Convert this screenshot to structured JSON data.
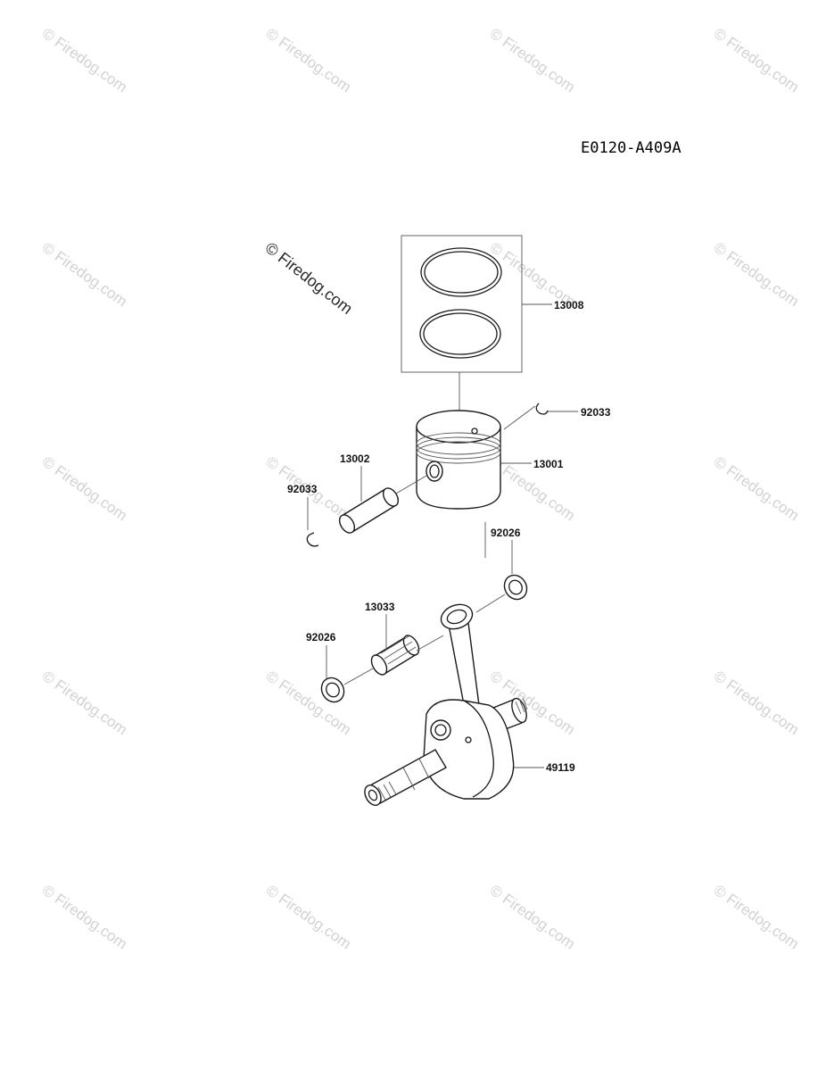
{
  "diagram_code": "E0120-A409A",
  "watermark_text": "© Firedog.com",
  "parts": [
    {
      "number": "13008",
      "name": "piston-ring-set"
    },
    {
      "number": "92033",
      "name": "circlip-right"
    },
    {
      "number": "13001",
      "name": "piston"
    },
    {
      "number": "13002",
      "name": "piston-pin"
    },
    {
      "number": "92033",
      "name": "circlip-left"
    },
    {
      "number": "92026",
      "name": "washer-right"
    },
    {
      "number": "13033",
      "name": "needle-bearing"
    },
    {
      "number": "92026",
      "name": "washer-left"
    },
    {
      "number": "49119",
      "name": "crankshaft"
    }
  ]
}
